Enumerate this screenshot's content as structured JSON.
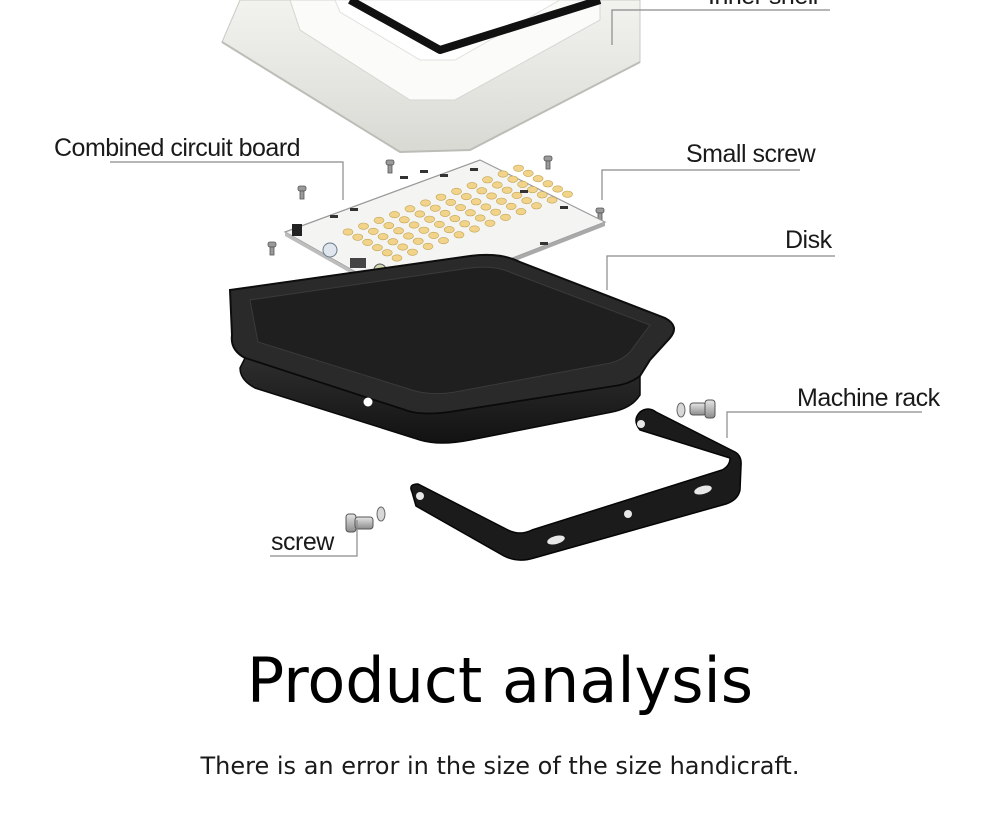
{
  "labels": {
    "inner_shell": "Inner shell",
    "circuit_board": "Combined circuit board",
    "small_screw": "Small screw",
    "disk": "Disk",
    "machine_rack": "Machine rack",
    "screw": "screw"
  },
  "heading": {
    "title": "Product analysis",
    "subtitle": "There is an error in the size of the size handicraft."
  }
}
